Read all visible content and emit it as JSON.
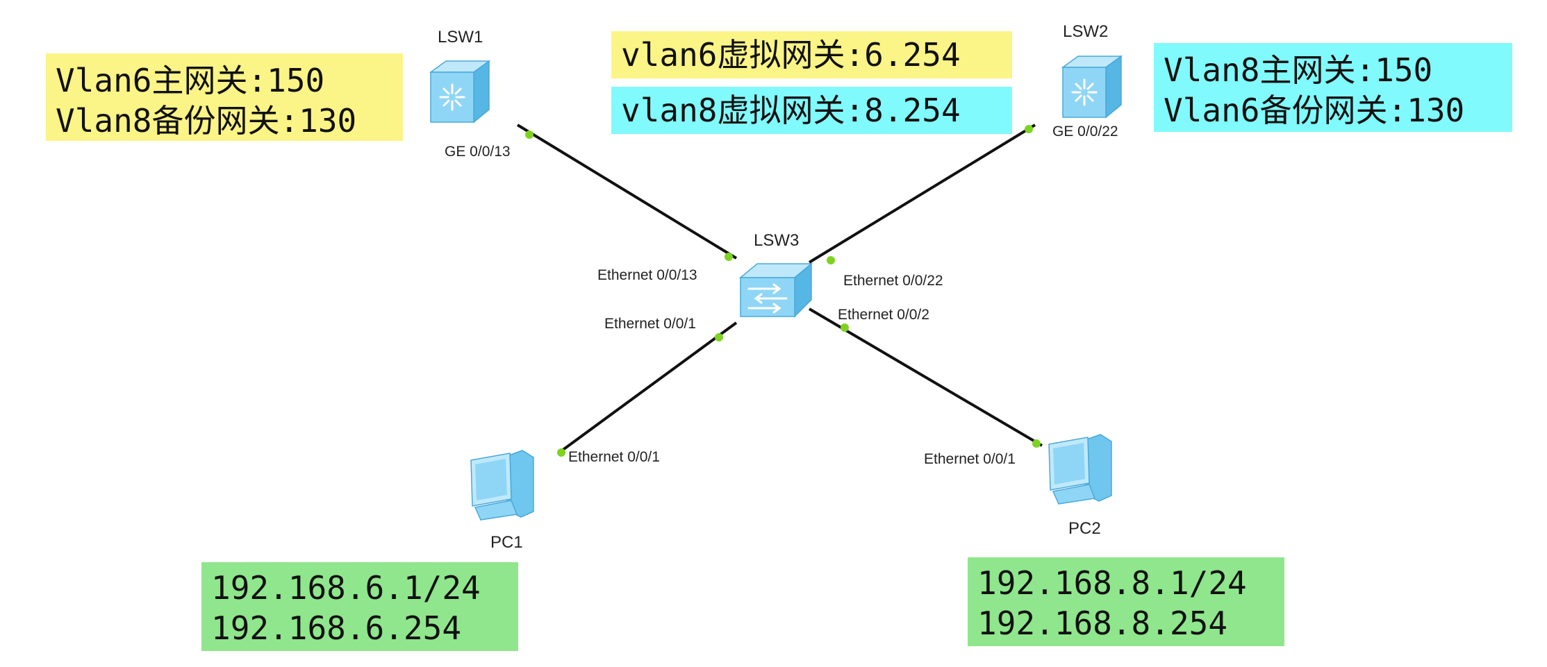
{
  "notes": {
    "lsw1": [
      "Vlan6主网关:150",
      "Vlan8备份网关:130"
    ],
    "vip6": "vlan6虚拟网关:6.254",
    "vip8": "vlan8虚拟网关:8.254",
    "lsw2": [
      "Vlan8主网关:150",
      "Vlan6备份网关:130"
    ],
    "pc1": [
      "192.168.6.1/24",
      "192.168.6.254"
    ],
    "pc2": [
      "192.168.8.1/24",
      "192.168.8.254"
    ]
  },
  "devices": {
    "lsw1": "LSW1",
    "lsw2": "LSW2",
    "lsw3": "LSW3",
    "pc1": "PC1",
    "pc2": "PC2"
  },
  "ports": {
    "lsw1_ge": "GE 0/0/13",
    "lsw2_ge": "GE 0/0/22",
    "lsw3_e13": "Ethernet 0/0/13",
    "lsw3_e22": "Ethernet 0/0/22",
    "lsw3_e1": "Ethernet 0/0/1",
    "lsw3_e2": "Ethernet 0/0/2",
    "pc1_e1": "Ethernet 0/0/1",
    "pc2_e1": "Ethernet 0/0/1"
  },
  "colors": {
    "yellow": "#fbf486",
    "cyan": "#80fafc",
    "green": "#8fe68c",
    "link": "#111111",
    "port_dot": "#7ed321",
    "device_blue": "#5cc4f2"
  }
}
